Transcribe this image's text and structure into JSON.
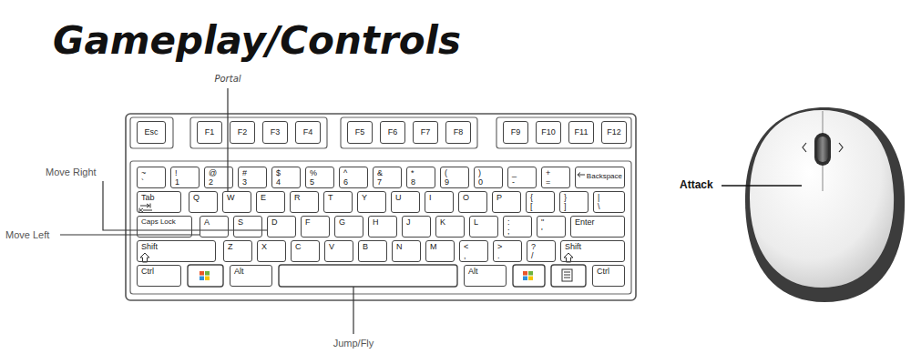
{
  "diagram": {
    "title": "Gameplay/Controls",
    "nodes": [
      {
        "text": [
          "Esc"
        ]
      },
      {
        "text": [
          "F1"
        ]
      },
      {
        "text": [
          "F2"
        ]
      },
      {
        "text": [
          "F3"
        ]
      },
      {
        "text": [
          "F4"
        ]
      },
      {
        "text": [
          "F5"
        ]
      },
      {
        "text": [
          "F6"
        ]
      },
      {
        "text": [
          "F7"
        ]
      },
      {
        "text": [
          "F8"
        ]
      },
      {
        "text": [
          "F9"
        ]
      },
      {
        "text": [
          "F10"
        ]
      },
      {
        "text": [
          "F11"
        ]
      },
      {
        "text": [
          "F12"
        ]
      },
      {
        "text": [
          "~",
          "`"
        ]
      },
      {
        "text": [
          "!",
          "1"
        ]
      },
      {
        "text": [
          "@",
          "2"
        ]
      },
      {
        "text": [
          "#",
          "3"
        ]
      },
      {
        "text": [
          "$",
          "4"
        ]
      },
      {
        "text": [
          "%",
          "5"
        ]
      },
      {
        "text": [
          "^",
          "6"
        ]
      },
      {
        "text": [
          "&",
          "7"
        ]
      },
      {
        "text": [
          "*",
          "8"
        ]
      },
      {
        "text": [
          "(",
          "9"
        ]
      },
      {
        "text": [
          ")",
          "0"
        ]
      },
      {
        "text": [
          "_",
          "-"
        ]
      },
      {
        "text": [
          "+",
          "="
        ]
      },
      {
        "text": [
          "Backspace"
        ]
      },
      {
        "text": [
          "Tab"
        ]
      },
      {
        "text": [
          "Q"
        ]
      },
      {
        "text": [
          "W"
        ]
      },
      {
        "text": [
          "E"
        ]
      },
      {
        "text": [
          "R"
        ]
      },
      {
        "text": [
          "T"
        ]
      },
      {
        "text": [
          "Y"
        ]
      },
      {
        "text": [
          "U"
        ]
      },
      {
        "text": [
          "I"
        ]
      },
      {
        "text": [
          "O"
        ]
      },
      {
        "text": [
          "P"
        ]
      },
      {
        "text": [
          "{",
          "["
        ]
      },
      {
        "text": [
          "}",
          "]"
        ]
      },
      {
        "text": [
          "|",
          "\\"
        ]
      },
      {
        "text": [
          "Caps Lock"
        ]
      },
      {
        "text": [
          "A"
        ]
      },
      {
        "text": [
          "S"
        ]
      },
      {
        "text": [
          "D"
        ]
      },
      {
        "text": [
          "F"
        ]
      },
      {
        "text": [
          "G"
        ]
      },
      {
        "text": [
          "H"
        ]
      },
      {
        "text": [
          "J"
        ]
      },
      {
        "text": [
          "K"
        ]
      },
      {
        "text": [
          "L"
        ]
      },
      {
        "text": [
          ":",
          ";"
        ]
      },
      {
        "text": [
          "\"",
          "'"
        ]
      },
      {
        "text": [
          "Enter"
        ]
      },
      {
        "text": [
          "Shift"
        ]
      },
      {
        "text": [
          "Z"
        ]
      },
      {
        "text": [
          "X"
        ]
      },
      {
        "text": [
          "C"
        ]
      },
      {
        "text": [
          "V"
        ]
      },
      {
        "text": [
          "B"
        ]
      },
      {
        "text": [
          "N"
        ]
      },
      {
        "text": [
          "M"
        ]
      },
      {
        "text": [
          "<",
          ","
        ]
      },
      {
        "text": [
          ">",
          "."
        ]
      },
      {
        "text": [
          "?",
          "/"
        ]
      },
      {
        "text": [
          "Shift"
        ]
      },
      {
        "text": [
          "Ctrl"
        ]
      },
      {
        "text": [
          "Alt"
        ]
      },
      {
        "text": [
          "Alt"
        ]
      },
      {
        "text": [
          "Ctrl"
        ]
      }
    ],
    "labels": [
      "Portal",
      "Move Right",
      "Move Left",
      "Jump/Fly",
      "Attack"
    ]
  }
}
